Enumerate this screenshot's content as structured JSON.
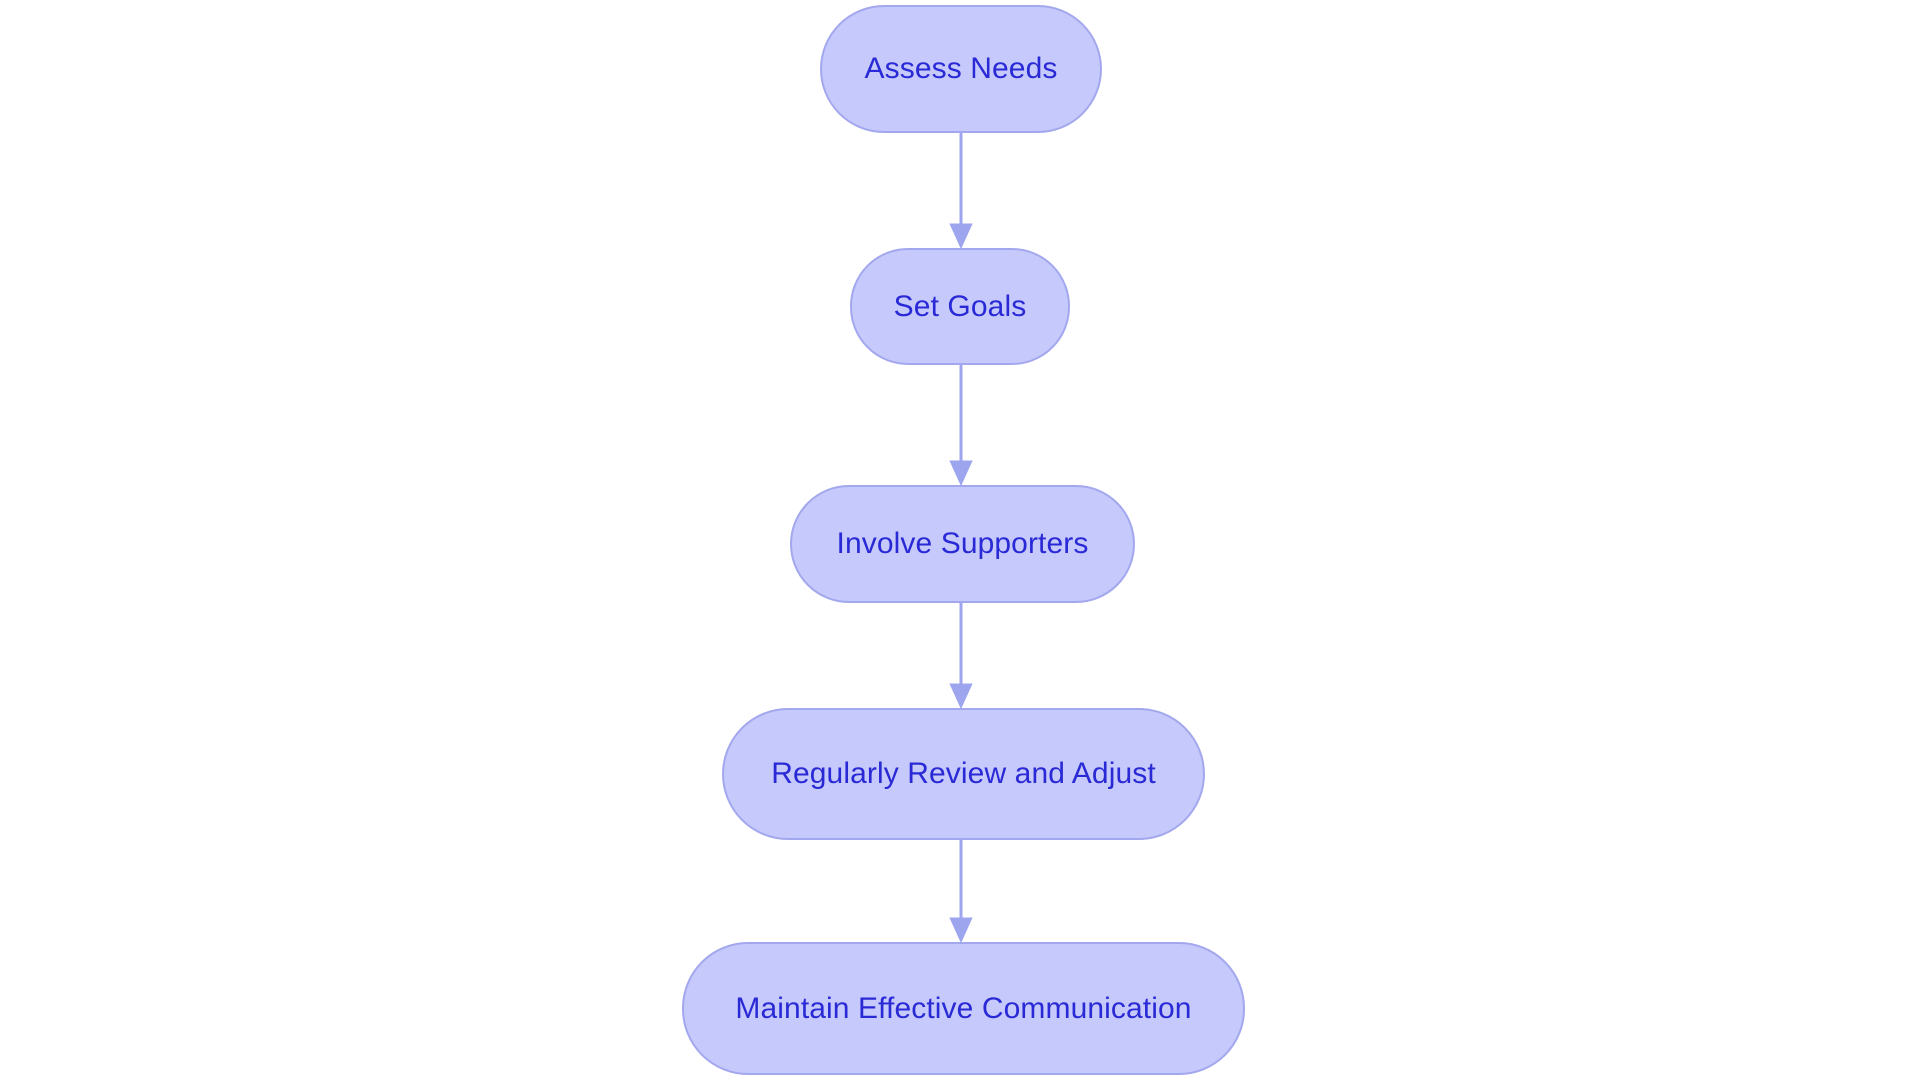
{
  "diagram": {
    "type": "flowchart",
    "orientation": "top-to-bottom",
    "background_color": "#ffffff",
    "node_fill_color": "#c6c9fb",
    "node_border_color": "#a3a8ee",
    "node_text_color": "#2929d6",
    "edge_color": "#9ea5ef",
    "nodes": [
      {
        "id": "assess-needs",
        "label": "Assess Needs"
      },
      {
        "id": "set-goals",
        "label": "Set Goals"
      },
      {
        "id": "involve-supporters",
        "label": "Involve Supporters"
      },
      {
        "id": "review-adjust",
        "label": "Regularly Review and Adjust"
      },
      {
        "id": "maintain-comms",
        "label": "Maintain Effective Communication"
      }
    ],
    "edges": [
      {
        "from": "assess-needs",
        "to": "set-goals",
        "label": ""
      },
      {
        "from": "set-goals",
        "to": "involve-supporters",
        "label": ""
      },
      {
        "from": "involve-supporters",
        "to": "review-adjust",
        "label": ""
      },
      {
        "from": "review-adjust",
        "to": "maintain-comms",
        "label": ""
      }
    ]
  }
}
